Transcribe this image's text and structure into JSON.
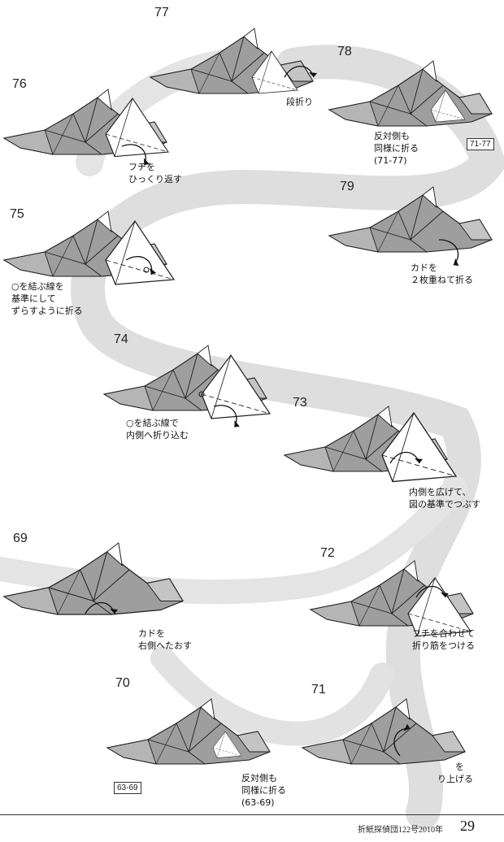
{
  "steps": {
    "s76": {
      "number": "76",
      "caption": [
        "フチを",
        "ひっくり返す"
      ]
    },
    "s77": {
      "number": "77",
      "caption": [
        "段折り"
      ]
    },
    "s78": {
      "number": "78",
      "caption": [
        "反対側も",
        "同様に折る",
        "(71-77)"
      ],
      "ref": "71-77"
    },
    "s79": {
      "number": "79",
      "caption": [
        "カドを",
        "２枚重ねて折る"
      ]
    },
    "s75": {
      "number": "75",
      "caption": [
        "○を結ぶ線を",
        "基準にして",
        "ずらすように折る"
      ]
    },
    "s74": {
      "number": "74",
      "caption": [
        "○を結ぶ線で",
        "内側へ折り込む"
      ]
    },
    "s73": {
      "number": "73",
      "caption": [
        "内側を広げて、",
        "図の基準でつぶす"
      ]
    },
    "s69": {
      "number": "69",
      "caption": [
        "カドを",
        "右側へたおす"
      ]
    },
    "s72": {
      "number": "72",
      "caption": [
        "フチを合わせて",
        "折り筋をつける"
      ]
    },
    "s70": {
      "number": "70",
      "caption": [
        "反対側も",
        "同様に折る",
        "(63-69)"
      ],
      "ref": "63-69"
    },
    "s71": {
      "number": "71",
      "caption": [
        "を",
        "り上げる"
      ]
    }
  },
  "footer": {
    "publication": "折紙探偵団122号2010年",
    "page": "29"
  },
  "colors": {
    "paper": "#9e9e9e",
    "paper_dark": "#6e6e6e",
    "white_flap": "#ffffff",
    "swirl": "#dcdcdc",
    "line": "#1e1e1e"
  }
}
